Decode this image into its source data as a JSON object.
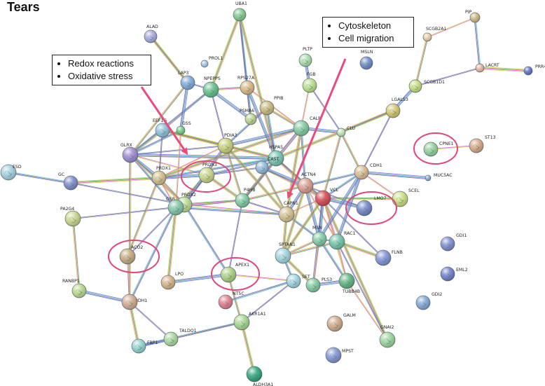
{
  "title": "Tears",
  "callouts": {
    "redox": [
      "Redox reactions",
      "Oxidative stress"
    ],
    "cyto": [
      "Cytoskeleton",
      "Cell migration"
    ]
  },
  "colors": {
    "arrow": "#ea4b7d",
    "highlight": "#e0477a"
  },
  "nodes": [
    {
      "id": "UBA1",
      "label": "UBA1",
      "color": "#7fc98a"
    },
    {
      "id": "PIP",
      "label": "PIP",
      "color": "#c9b57f"
    },
    {
      "id": "ALAD",
      "label": "ALAD",
      "color": "#a3a7dd"
    },
    {
      "id": "SCGB2A1",
      "label": "SCGB2A1",
      "color": "#e9c7a5"
    },
    {
      "id": "PROL1",
      "label": "PROL1",
      "color": "#9ec5e6"
    },
    {
      "id": "PLTP",
      "label": "PLTP",
      "color": "#a6dfa8"
    },
    {
      "id": "MSLN",
      "label": "MSLN",
      "color": "#6b86c8"
    },
    {
      "id": "LACRT",
      "label": "LACRT",
      "color": "#e4b2a4"
    },
    {
      "id": "PRR4",
      "label": "PRR4",
      "color": "#5b6fcb"
    },
    {
      "id": "LAP3",
      "label": "LAP3",
      "color": "#7ea8d9"
    },
    {
      "id": "NPEPPS",
      "label": "NPEPPS",
      "color": "#5fbf86"
    },
    {
      "id": "RPS27A",
      "label": "RPS27A",
      "color": "#d9b77f"
    },
    {
      "id": "FGB",
      "label": "FGB",
      "color": "#b9e08a"
    },
    {
      "id": "SCGB1D1",
      "label": "SCGB1D1",
      "color": "#c4dc7e"
    },
    {
      "id": "PPIB",
      "label": "PPIB",
      "color": "#c9b77d"
    },
    {
      "id": "PSMA6",
      "label": "PSMA6",
      "color": "#bcd389"
    },
    {
      "id": "CALR",
      "label": "CALR",
      "color": "#7fc9a0"
    },
    {
      "id": "LGALS3",
      "label": "LGALS3",
      "color": "#d3c56f"
    },
    {
      "id": "GSS",
      "label": "GSS",
      "color": "#6fc77e"
    },
    {
      "id": "EEF1G",
      "label": "EEF1G",
      "color": "#8ebfda"
    },
    {
      "id": "PDIA3",
      "label": "PDIA3",
      "color": "#c9cf7a"
    },
    {
      "id": "CLU",
      "label": "CLU",
      "color": "#b9e3b1"
    },
    {
      "id": "ST13",
      "label": "ST13",
      "color": "#d5a786"
    },
    {
      "id": "CPNE1",
      "label": "CPNE1",
      "color": "#8fd39a"
    },
    {
      "id": "GLRX",
      "label": "GLRX",
      "color": "#9b87d0"
    },
    {
      "id": "HSPA5",
      "label": "HSPA5",
      "color": "#73c2b0"
    },
    {
      "id": "ESD",
      "label": "ESD",
      "color": "#9fcfe0"
    },
    {
      "id": "PRDX1",
      "label": "PRDX1",
      "color": "#d2bc86"
    },
    {
      "id": "PRDX3",
      "label": "PRDX3",
      "color": "#c9d385"
    },
    {
      "id": "CAST",
      "label": "CAST",
      "color": "#8fb8dc"
    },
    {
      "id": "CDH1",
      "label": "CDH1",
      "color": "#dcb890"
    },
    {
      "id": "MUC5AC",
      "label": "MUC5AC",
      "color": "#88a6d8"
    },
    {
      "id": "GC",
      "label": "GC",
      "color": "#7b88c9"
    },
    {
      "id": "PRDX2",
      "label": "PRDX2",
      "color": "#b9d98a"
    },
    {
      "id": "P4HB",
      "label": "P4HB",
      "color": "#7cc9a0"
    },
    {
      "id": "ACTN4",
      "label": "ACTN4",
      "color": "#d89a8e"
    },
    {
      "id": "VCL",
      "label": "VCL",
      "color": "#d8434f"
    },
    {
      "id": "SCEL",
      "label": "SCEL",
      "color": "#c9df7f"
    },
    {
      "id": "GSR",
      "label": "GSR",
      "color": "#7fc3a6"
    },
    {
      "id": "CAPN1",
      "label": "CAPN1",
      "color": "#d4c08e"
    },
    {
      "id": "LMO7",
      "label": "LMO7",
      "color": "#6f83c7"
    },
    {
      "id": "PA2G4",
      "label": "PA2G4",
      "color": "#c8d48b"
    },
    {
      "id": "RAC1",
      "label": "RAC1",
      "color": "#6fc4a6"
    },
    {
      "id": "MSN",
      "label": "MSN",
      "color": "#7fcaa6"
    },
    {
      "id": "SPTAN1",
      "label": "SPTAN1",
      "color": "#9fd3e0"
    },
    {
      "id": "GDI1",
      "label": "GDI1",
      "color": "#7c8ad0"
    },
    {
      "id": "ACO2",
      "label": "ACO2",
      "color": "#c3a77a"
    },
    {
      "id": "FLNB",
      "label": "FLNB",
      "color": "#7f8fd4"
    },
    {
      "id": "EML2",
      "label": "EML2",
      "color": "#6c7dcd"
    },
    {
      "id": "APEX1",
      "label": "APEX1",
      "color": "#a9cf7f"
    },
    {
      "id": "LPO",
      "label": "LPO",
      "color": "#d5b186"
    },
    {
      "id": "SET",
      "label": "SET",
      "color": "#9ed3e0"
    },
    {
      "id": "PLS3",
      "label": "PLS3",
      "color": "#7cc9a0"
    },
    {
      "id": "TUBB4B",
      "label": "TUBB4B",
      "color": "#5fb27f"
    },
    {
      "id": "RANBP1",
      "label": "RANBP1",
      "color": "#b7d88a"
    },
    {
      "id": "NT5C",
      "label": "NT5C",
      "color": "#e07c8a"
    },
    {
      "id": "IDH1",
      "label": "IDH1",
      "color": "#d2a88e"
    },
    {
      "id": "GDI2",
      "label": "GDI2",
      "color": "#7fa6d8"
    },
    {
      "id": "AKR1A1",
      "label": "AKR1A1",
      "color": "#a5d58d"
    },
    {
      "id": "GALM",
      "label": "GALM",
      "color": "#cfa687"
    },
    {
      "id": "TALDO1",
      "label": "TALDO1",
      "color": "#a9d69d"
    },
    {
      "id": "GNAI2",
      "label": "GNAI2",
      "color": "#9ad59a"
    },
    {
      "id": "FBP1",
      "label": "FBP1",
      "color": "#8fd1d0"
    },
    {
      "id": "MPST",
      "label": "MPST",
      "color": "#7f93d3"
    },
    {
      "id": "ALDH3A1",
      "label": "ALDH3A1",
      "color": "#2aa37a"
    }
  ]
}
